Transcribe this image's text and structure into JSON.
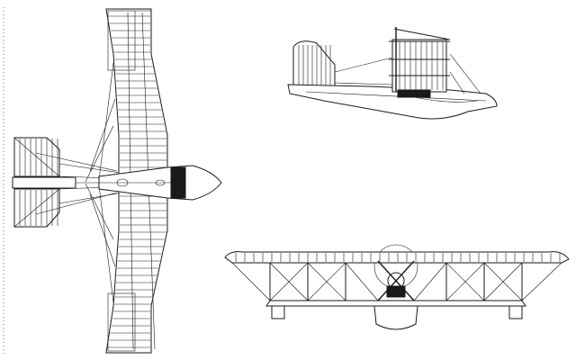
{
  "diagram": {
    "views": [
      "top-view",
      "side-view",
      "front-view"
    ],
    "colors": {
      "line": "#1a1a1a",
      "background": "#ffffff"
    }
  }
}
